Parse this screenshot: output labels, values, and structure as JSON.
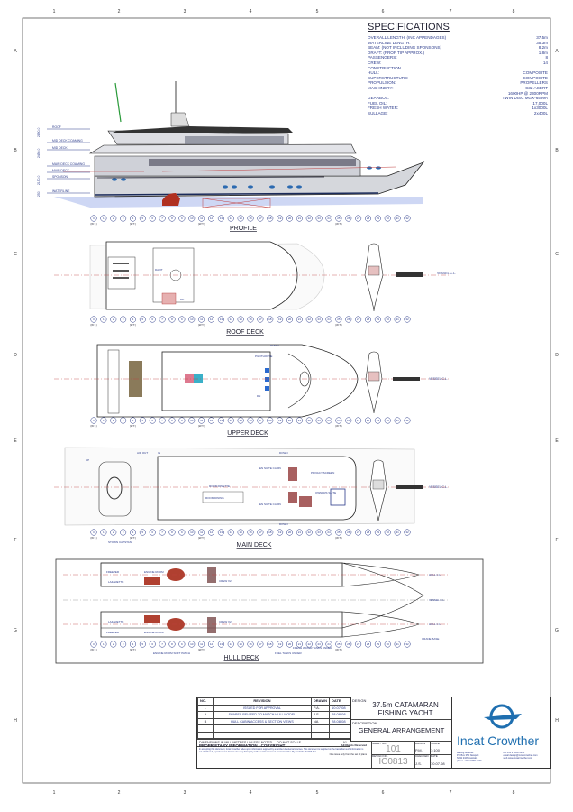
{
  "grid": {
    "columns": [
      "1",
      "2",
      "3",
      "4",
      "5",
      "6",
      "7",
      "8"
    ],
    "rows": [
      "A",
      "B",
      "C",
      "D",
      "E",
      "F",
      "G",
      "H"
    ]
  },
  "specifications": {
    "title": "SPECIFICATIONS",
    "items": [
      {
        "label": "OVERALL LENGTH: (INC APPENDAGES)",
        "value": "37.5m"
      },
      {
        "label": "WATERLINE LENGTH:",
        "value": "35.3m"
      },
      {
        "label": "BEAM: (NOT INCLUDING SPONSONS)",
        "value": "8.2m"
      },
      {
        "label": "DRAFT: (PROP TIP APPROX.)",
        "value": "1.8m"
      },
      {
        "label": "PASSENGERS:",
        "value": "8"
      },
      {
        "label": "CREW:",
        "value": "14"
      },
      {
        "label": "CONSTRUCTION",
        "value": ""
      },
      {
        "label": "HULL:",
        "value": "COMPOSITE"
      },
      {
        "label": "SUPERSTRUCTURE:",
        "value": "COMPOSITE"
      },
      {
        "label": "PROPULSION:",
        "value": "PROPELLERS"
      },
      {
        "label": "MACHINERY:",
        "value": "C32 ACERT"
      },
      {
        "label": "",
        "value": "1600HP @ 2300RPM"
      },
      {
        "label": "GEARBOX:",
        "value": "TWIN DISC MGX-6599A"
      },
      {
        "label": "FUEL OIL:",
        "value": "17,000L"
      },
      {
        "label": "FRESH WATER:",
        "value": "1x3000L"
      },
      {
        "label": "SULLAGE:",
        "value": "2x400L"
      }
    ]
  },
  "profile": {
    "title": "PROFILE",
    "levels": [
      "ROOF",
      "MID DECK COAMING",
      "MID DECK",
      "MAIN DECK COAMING",
      "MAIN DECK",
      "SPONSON",
      "WATERLINE"
    ],
    "dims": [
      "2890.0",
      "2450.0",
      "2150.0",
      "250"
    ]
  },
  "frames": {
    "numbers": [
      "0",
      "1",
      "2",
      "3",
      "4",
      "5",
      "6",
      "7",
      "8",
      "9",
      "10",
      "11",
      "12",
      "13",
      "14",
      "15",
      "16",
      "17",
      "18",
      "19",
      "20",
      "21",
      "22",
      "23",
      "24",
      "25",
      "26",
      "27",
      "28",
      "29",
      "30",
      "31",
      "32"
    ],
    "watertight_label": "(W.T.)",
    "watertight_frames": [
      "0",
      "4",
      "11",
      "25"
    ]
  },
  "roof_deck": {
    "title": "ROOF DECK",
    "labels": [
      "DAVIT",
      "DN",
      "VESSEL C.L."
    ]
  },
  "upper_deck": {
    "title": "UPPER DECK",
    "labels": [
      "PILOTHOUSE",
      "DOWN",
      "DN",
      "VESSEL C.L."
    ]
  },
  "main_deck": {
    "title": "MAIN DECK",
    "labels": [
      "AIR OUT",
      "IN",
      "UP",
      "ROOM DINETTE",
      "ROOM DINING",
      "EN SUITE CABIN",
      "EN SUITE CABIN",
      "PRIVACY SCREEN",
      "OWNERS SUITE",
      "DOWN",
      "DOWN",
      "STOWN CAPSTAN",
      "VESSEL C.L."
    ]
  },
  "hull_deck": {
    "title": "HULL DECK",
    "labels": [
      "FREEZER",
      "LAZARETTE",
      "ENGINE ROOM",
      "CREW X2",
      "LAZARETTE",
      "FREEZER",
      "ENGINE ROOM",
      "CREW X2",
      "HULL C.L.",
      "VESSEL C.L.",
      "HULL C.L.",
      "CRANE BASE",
      "ENGINE ROOM SOFT PATCH",
      "FUEL TANKS UNDER",
      "FRESH WATER TANKS UNDER"
    ]
  },
  "title_block": {
    "revision_headers": {
      "no": "NO.",
      "revision": "REVISION",
      "drawn": "DRAWN",
      "date": "DATE"
    },
    "revisions": [
      {
        "no": "-",
        "revision": "ISSUED FOR APPROVAL",
        "drawn": "P.A.",
        "date": "10.07.08"
      },
      {
        "no": "A",
        "revision": "SHAPES REVISED TO MATCH HULL MODEL",
        "drawn": "J.S.",
        "date": "28.08.08"
      },
      {
        "no": "B",
        "revision": "HULL CABIN ACCESS & SECTION VIEWS",
        "drawn": "NA",
        "date": "28.08.08"
      }
    ],
    "dimensions_note": "DIMENSIONS IN MILLIMETRES UNLESS NOTED",
    "do_not_scale": "DO NOT SCALE",
    "sheet_size": "A1",
    "proprietary_title": "PROPRIETARY INFORMATION - COPYRIGHT",
    "rights": "All Rights Reserved",
    "proprietary_text": "In accepting this document, Incat Crowther relies upon information supplied by a number of external sources. This document is supplied on the basis that such information is not distributed, reproduced or disclosed to any third party without written consent. Incat Crowther Pty Ltd ACN 104 609 761",
    "issue_note": "One issue only from the set of plans",
    "design_label": "DESIGN",
    "design": "37.5m CATAMARAN FISHING YACHT",
    "description_label": "DESCRIPTION",
    "description": "GENERAL ARRANGEMENT",
    "sheet_no_label": "SHEET NO.",
    "sheet_no": "101",
    "drawn_label": "DRAWN",
    "drawn": "P.M.",
    "scale_label": "SCALE",
    "scale": "1:100",
    "design_no_label": "DESIGN NO.",
    "design_no": "IC0813",
    "checked_label": "CHECKED",
    "checked": "J.S.",
    "date_label": "DATE",
    "date": "10.07.08",
    "company": "Incat Crowther",
    "brand_color": "#1f6fb0",
    "contact": [
      "Mailing Address",
      "PO Box 354 Newport",
      "NSW 2106 Australia",
      "phone +61 2 9450 0447",
      "fax +61 2 9450 0445",
      "email design@incatcrowther.com",
      "web www.incatcrowther.com"
    ]
  }
}
